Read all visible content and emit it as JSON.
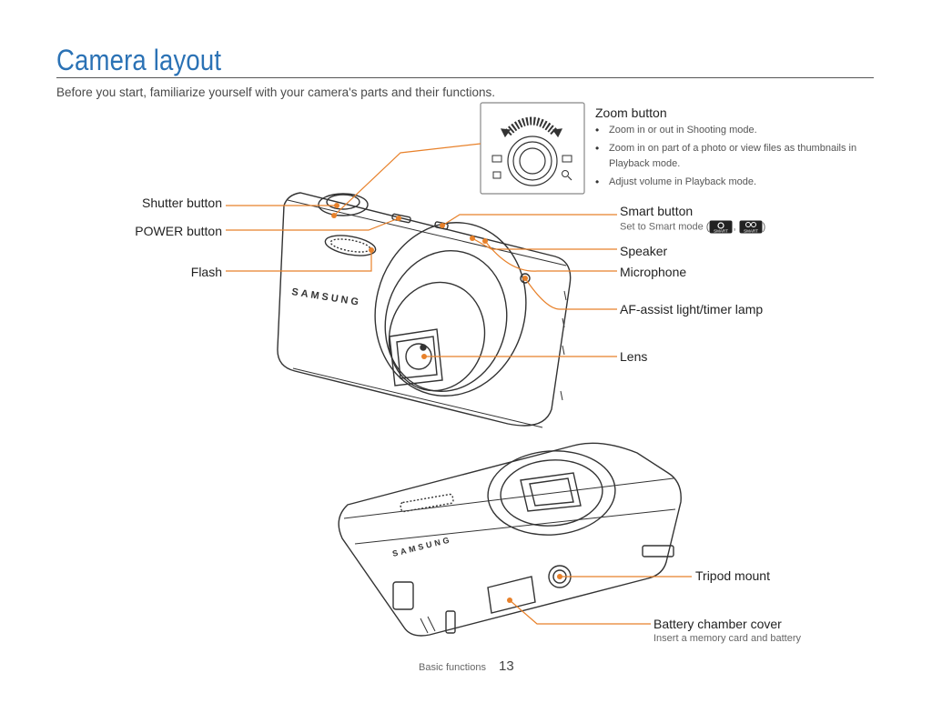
{
  "page": {
    "title": "Camera layout",
    "intro": "Before you start, familiarize yourself with your camera's parts and their functions."
  },
  "zoom": {
    "title": "Zoom button",
    "bullets": [
      "Zoom in or out in Shooting mode.",
      "Zoom in on part of a photo or view files as thumbnails in Playback mode.",
      "Adjust volume in Playback mode."
    ]
  },
  "labels": {
    "shutter": "Shutter button",
    "power": "POWER button",
    "flash": "Flash",
    "smart": "Smart button",
    "smart_sub_prefix": "Set to Smart mode (",
    "smart_sub_sep": ", ",
    "smart_sub_suffix": ")",
    "speaker": "Speaker",
    "microphone": "Microphone",
    "af": "AF-assist light/timer lamp",
    "lens": "Lens",
    "tripod": "Tripod mount",
    "battery": "Battery chamber cover",
    "battery_sub": "Insert a memory card and battery"
  },
  "camera": {
    "brand": "SAMSUNG",
    "smart_icon_text": "SMART"
  },
  "footer": {
    "section": "Basic functions",
    "page_number": "13"
  },
  "colors": {
    "title": "#2b72b5",
    "callout": "#e8812a"
  }
}
